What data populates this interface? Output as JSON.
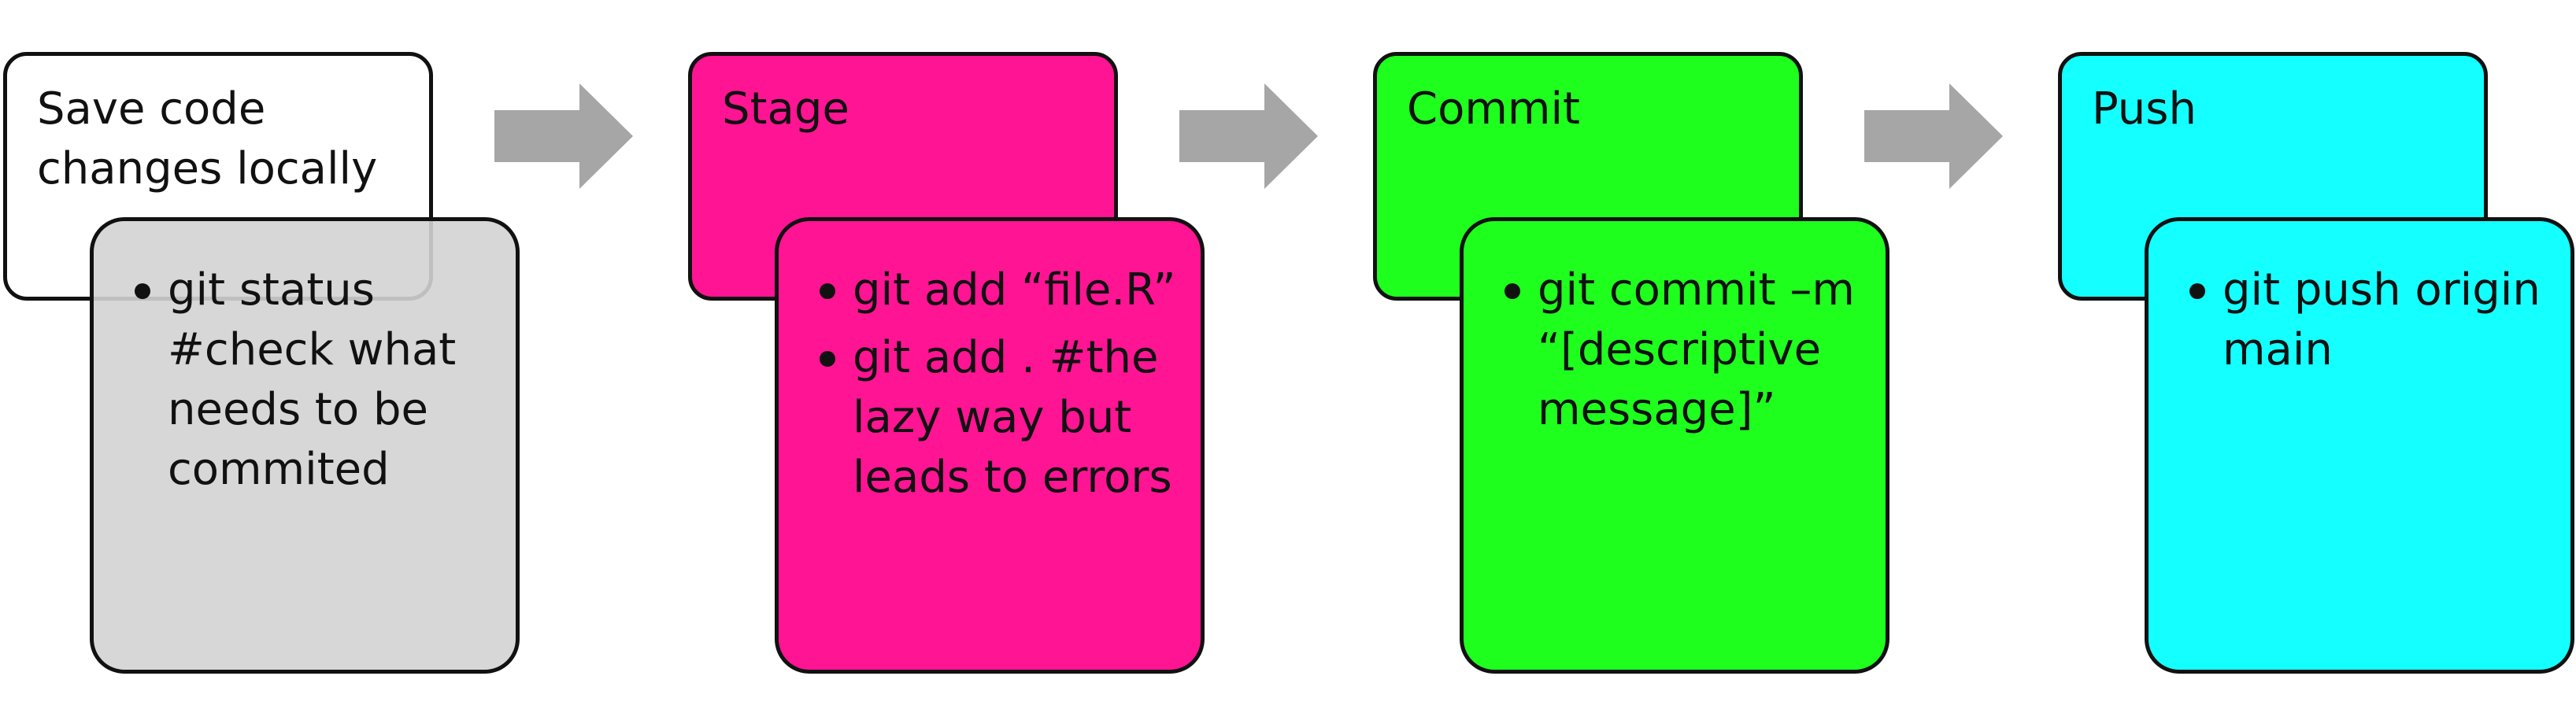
{
  "colors": {
    "save": "#ffffff",
    "save_detail": "#d3d3d3",
    "stage": "#ff1493",
    "commit": "#1eff1e",
    "push": "#14ffff",
    "arrow": "#a6a6a6",
    "border": "#111111"
  },
  "steps": [
    {
      "title": "Save code changes locally",
      "items": [
        "git status #check what needs to be commited"
      ]
    },
    {
      "title": "Stage",
      "items": [
        "git add “file.R”",
        "git add . #the lazy way but leads to errors"
      ]
    },
    {
      "title": "Commit",
      "items": [
        "git commit –m “[descriptive message]”"
      ]
    },
    {
      "title": "Push",
      "items": [
        "git push origin main"
      ]
    }
  ],
  "icons": {
    "arrow": "right-arrow-icon",
    "bullet": "bullet-icon"
  }
}
